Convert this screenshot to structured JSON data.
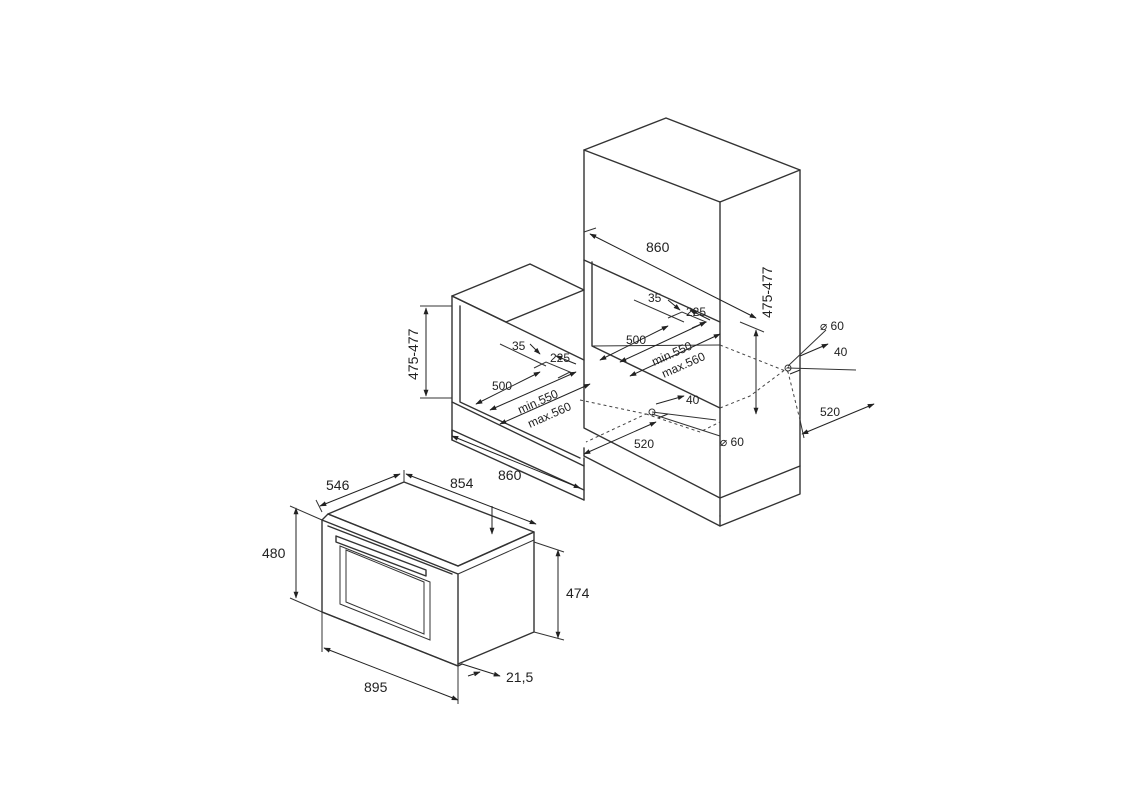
{
  "diagram": {
    "labels": {
      "hi_860": "860",
      "hi_height": "475-477",
      "hi_35": "35",
      "hi_225": "225",
      "hi_500": "500",
      "hi_min": "min.550",
      "hi_max": "max.560",
      "hi_dia": "⌀ 60",
      "hi_40": "40",
      "hi_520": "520",
      "lo_height": "475-477",
      "lo_35": "35",
      "lo_225": "225",
      "lo_500": "500",
      "lo_min": "min.550",
      "lo_max": "max.560",
      "lo_40": "40",
      "lo_520": "520",
      "lo_dia": "⌀ 60",
      "lo_860": "860",
      "ov_546": "546",
      "ov_854": "854",
      "ov_480": "480",
      "ov_474": "474",
      "ov_895": "895",
      "ov_21_5": "21,5"
    }
  }
}
